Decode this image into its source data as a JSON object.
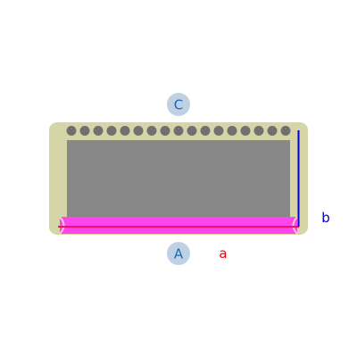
{
  "labels": {
    "top_marker": "C",
    "bottom_marker": "A",
    "width_dimension": "a",
    "height_dimension": "b"
  },
  "colors": {
    "frame": "#d5d5a8",
    "panel": "#888888",
    "pin_row": "#707070",
    "strip": "#ff44ee",
    "strip_edge": "#ee1166",
    "marker_circle": "#bed0e2",
    "marker_text": "#1e66b6",
    "dimension_a": "#ee0000",
    "dimension_b": "#0000cc"
  },
  "pins": {
    "count": 17
  }
}
